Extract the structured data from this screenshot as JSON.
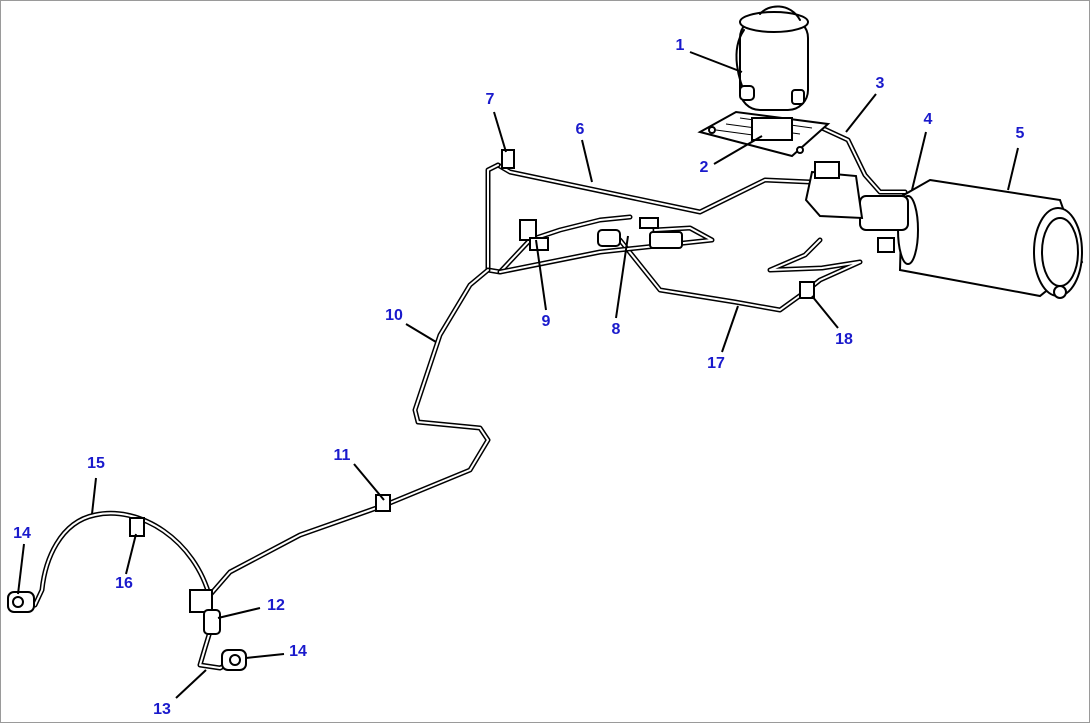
{
  "diagram": {
    "callouts": [
      {
        "id": "c1",
        "text": "1"
      },
      {
        "id": "c2",
        "text": "2"
      },
      {
        "id": "c3",
        "text": "3"
      },
      {
        "id": "c4",
        "text": "4"
      },
      {
        "id": "c5",
        "text": "5"
      },
      {
        "id": "c6",
        "text": "6"
      },
      {
        "id": "c7",
        "text": "7"
      },
      {
        "id": "c8",
        "text": "8"
      },
      {
        "id": "c9",
        "text": "9"
      },
      {
        "id": "c10",
        "text": "10"
      },
      {
        "id": "c11",
        "text": "11"
      },
      {
        "id": "c12",
        "text": "12"
      },
      {
        "id": "c13",
        "text": "13"
      },
      {
        "id": "c14a",
        "text": "14"
      },
      {
        "id": "c14b",
        "text": "14"
      },
      {
        "id": "c15",
        "text": "15"
      },
      {
        "id": "c16",
        "text": "16"
      },
      {
        "id": "c17",
        "text": "17"
      },
      {
        "id": "c18",
        "text": "18"
      }
    ],
    "colors": {
      "callout": "#1a1acc",
      "line": "#000000",
      "background": "#ffffff"
    }
  }
}
